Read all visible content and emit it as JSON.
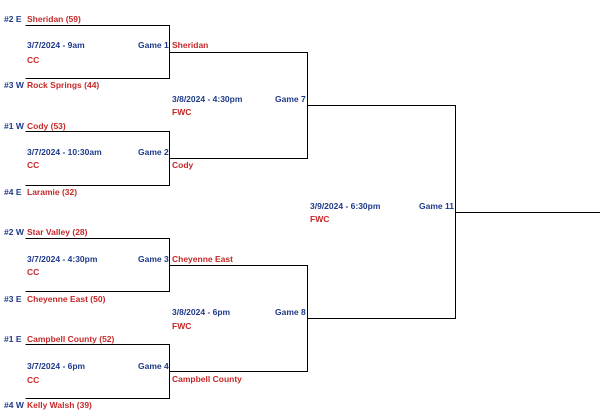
{
  "colors": {
    "line": "#000000",
    "seed_text": "#1f3a8a",
    "team_text": "#c62828",
    "info_text": "#1f3a8a",
    "location_text": "#c62828"
  },
  "teams": [
    {
      "seed": "#2 E",
      "name": "Sheridan (59)"
    },
    {
      "seed": "#3 W",
      "name": "Rock Springs (44)"
    },
    {
      "seed": "#1 W",
      "name": "Cody (53)"
    },
    {
      "seed": "#4 E",
      "name": "Laramie (32)"
    },
    {
      "seed": "#2 W",
      "name": "Star Valley (28)"
    },
    {
      "seed": "#3 E",
      "name": "Cheyenne East (50)"
    },
    {
      "seed": "#1 E",
      "name": "Campbell County (52)"
    },
    {
      "seed": "#4 W",
      "name": "Kelly Walsh (39)"
    }
  ],
  "games": {
    "g1": {
      "datetime": "3/7/2024 - 9am",
      "location": "CC",
      "label": "Game 1",
      "winner": "Sheridan"
    },
    "g2": {
      "datetime": "3/7/2024 - 10:30am",
      "location": "CC",
      "label": "Game 2",
      "winner": "Cody"
    },
    "g3": {
      "datetime": "3/7/2024 - 4:30pm",
      "location": "CC",
      "label": "Game 3",
      "winner": "Cheyenne East"
    },
    "g4": {
      "datetime": "3/7/2024 - 6pm",
      "location": "CC",
      "label": "Game 4",
      "winner": "Campbell County"
    },
    "g7": {
      "datetime": "3/8/2024 - 4:30pm",
      "location": "FWC",
      "label": "Game 7"
    },
    "g8": {
      "datetime": "3/8/2024 - 6pm",
      "location": "FWC",
      "label": "Game 8"
    },
    "g11": {
      "datetime": "3/9/2024 - 6:30pm",
      "location": "FWC",
      "label": "Game 11"
    }
  }
}
